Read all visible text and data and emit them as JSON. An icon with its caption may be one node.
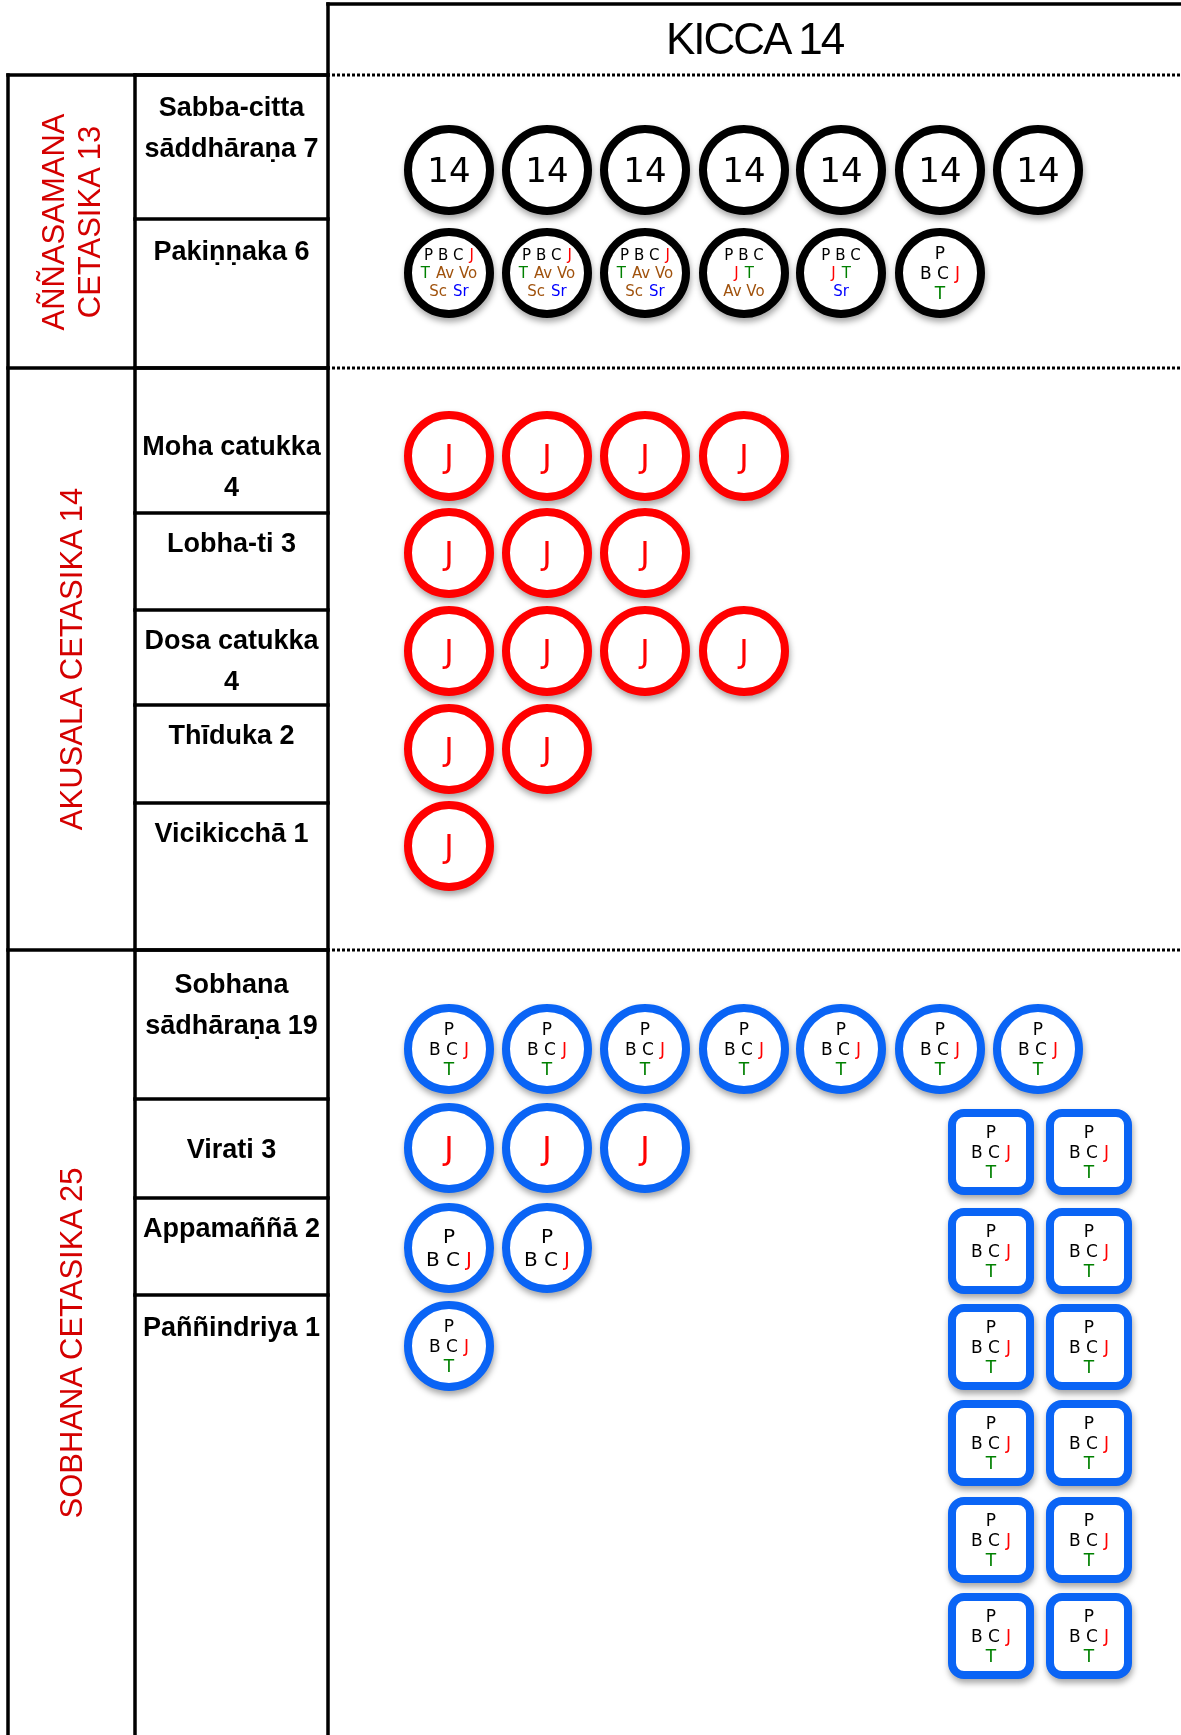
{
  "diagram": {
    "title": "KICCA 14",
    "nodes": [
      {
        "text": [
          "AÑÑASAMANA CETASIKA 13"
        ]
      },
      {
        "text": [
          "Sabba-citta sāddhāraṇa 7"
        ]
      },
      {
        "text": [
          "14"
        ]
      },
      {
        "text": [
          "14"
        ]
      },
      {
        "text": [
          "14"
        ]
      },
      {
        "text": [
          "14"
        ]
      },
      {
        "text": [
          "14"
        ]
      },
      {
        "text": [
          "14"
        ]
      },
      {
        "text": [
          "14"
        ]
      },
      {
        "text": [
          "Pakiṇṇaka 6"
        ]
      },
      {
        "text": [
          "P B C",
          "J",
          "T",
          "Av Vo",
          "Sc",
          "Sr"
        ]
      },
      {
        "text": [
          "P B C",
          "J",
          "T",
          "Av Vo",
          "Sc",
          "Sr"
        ]
      },
      {
        "text": [
          "P B C",
          "J",
          "T",
          "Av Vo",
          "Sc",
          "Sr"
        ]
      },
      {
        "text": [
          "P B C",
          "J",
          "T",
          "Av Vo"
        ]
      },
      {
        "text": [
          "P B C",
          "J",
          "T",
          "Sr"
        ]
      },
      {
        "text": [
          "P",
          "B C",
          "J",
          "T"
        ]
      },
      {
        "text": [
          "AKUSALA CETASIKA 14"
        ]
      },
      {
        "text": [
          "Moha catukka 4"
        ]
      },
      {
        "text": [
          "J"
        ]
      },
      {
        "text": [
          "J"
        ]
      },
      {
        "text": [
          "J"
        ]
      },
      {
        "text": [
          "J"
        ]
      },
      {
        "text": [
          "Lobha-ti 3"
        ]
      },
      {
        "text": [
          "J"
        ]
      },
      {
        "text": [
          "J"
        ]
      },
      {
        "text": [
          "J"
        ]
      },
      {
        "text": [
          "Dosa catukka 4"
        ]
      },
      {
        "text": [
          "J"
        ]
      },
      {
        "text": [
          "J"
        ]
      },
      {
        "text": [
          "J"
        ]
      },
      {
        "text": [
          "J"
        ]
      },
      {
        "text": [
          "Thīduka 2"
        ]
      },
      {
        "text": [
          "J"
        ]
      },
      {
        "text": [
          "J"
        ]
      },
      {
        "text": [
          "Vicikicchā 1"
        ]
      },
      {
        "text": [
          "J"
        ]
      },
      {
        "text": [
          "SOBHANA CETASIKA 25"
        ]
      },
      {
        "text": [
          "Sobhana sādhāraṇa 19"
        ]
      },
      {
        "text": [
          "P",
          "B C",
          "J",
          "T"
        ]
      },
      {
        "text": [
          "P",
          "B C",
          "J",
          "T"
        ]
      },
      {
        "text": [
          "P",
          "B C",
          "J",
          "T"
        ]
      },
      {
        "text": [
          "P",
          "B C",
          "J",
          "T"
        ]
      },
      {
        "text": [
          "P",
          "B C",
          "J",
          "T"
        ]
      },
      {
        "text": [
          "P",
          "B C",
          "J",
          "T"
        ]
      },
      {
        "text": [
          "P",
          "B C",
          "J",
          "T"
        ]
      },
      {
        "text": [
          "Virati 3"
        ]
      },
      {
        "text": [
          "J"
        ]
      },
      {
        "text": [
          "J"
        ]
      },
      {
        "text": [
          "J"
        ]
      },
      {
        "text": [
          "Appamaññā 2"
        ]
      },
      {
        "text": [
          "P",
          "B C",
          "J"
        ]
      },
      {
        "text": [
          "P",
          "B C",
          "J"
        ]
      },
      {
        "text": [
          "Paññindriya 1"
        ]
      },
      {
        "text": [
          "P",
          "B C",
          "J",
          "T"
        ]
      },
      {
        "text": [
          "P",
          "B C",
          "J",
          "T"
        ]
      },
      {
        "text": [
          "P",
          "B C",
          "J",
          "T"
        ]
      },
      {
        "text": [
          "P",
          "B C",
          "J",
          "T"
        ]
      },
      {
        "text": [
          "P",
          "B C",
          "J",
          "T"
        ]
      },
      {
        "text": [
          "P",
          "B C",
          "J",
          "T"
        ]
      },
      {
        "text": [
          "P",
          "B C",
          "J",
          "T"
        ]
      },
      {
        "text": [
          "P",
          "B C",
          "J",
          "T"
        ]
      },
      {
        "text": [
          "P",
          "B C",
          "J",
          "T"
        ]
      },
      {
        "text": [
          "P",
          "B C",
          "J",
          "T"
        ]
      },
      {
        "text": [
          "P",
          "B C",
          "J",
          "T"
        ]
      },
      {
        "text": [
          "P",
          "B C",
          "J",
          "T"
        ]
      },
      {
        "text": [
          "P",
          "B C",
          "J",
          "T"
        ]
      }
    ],
    "edges": []
  }
}
